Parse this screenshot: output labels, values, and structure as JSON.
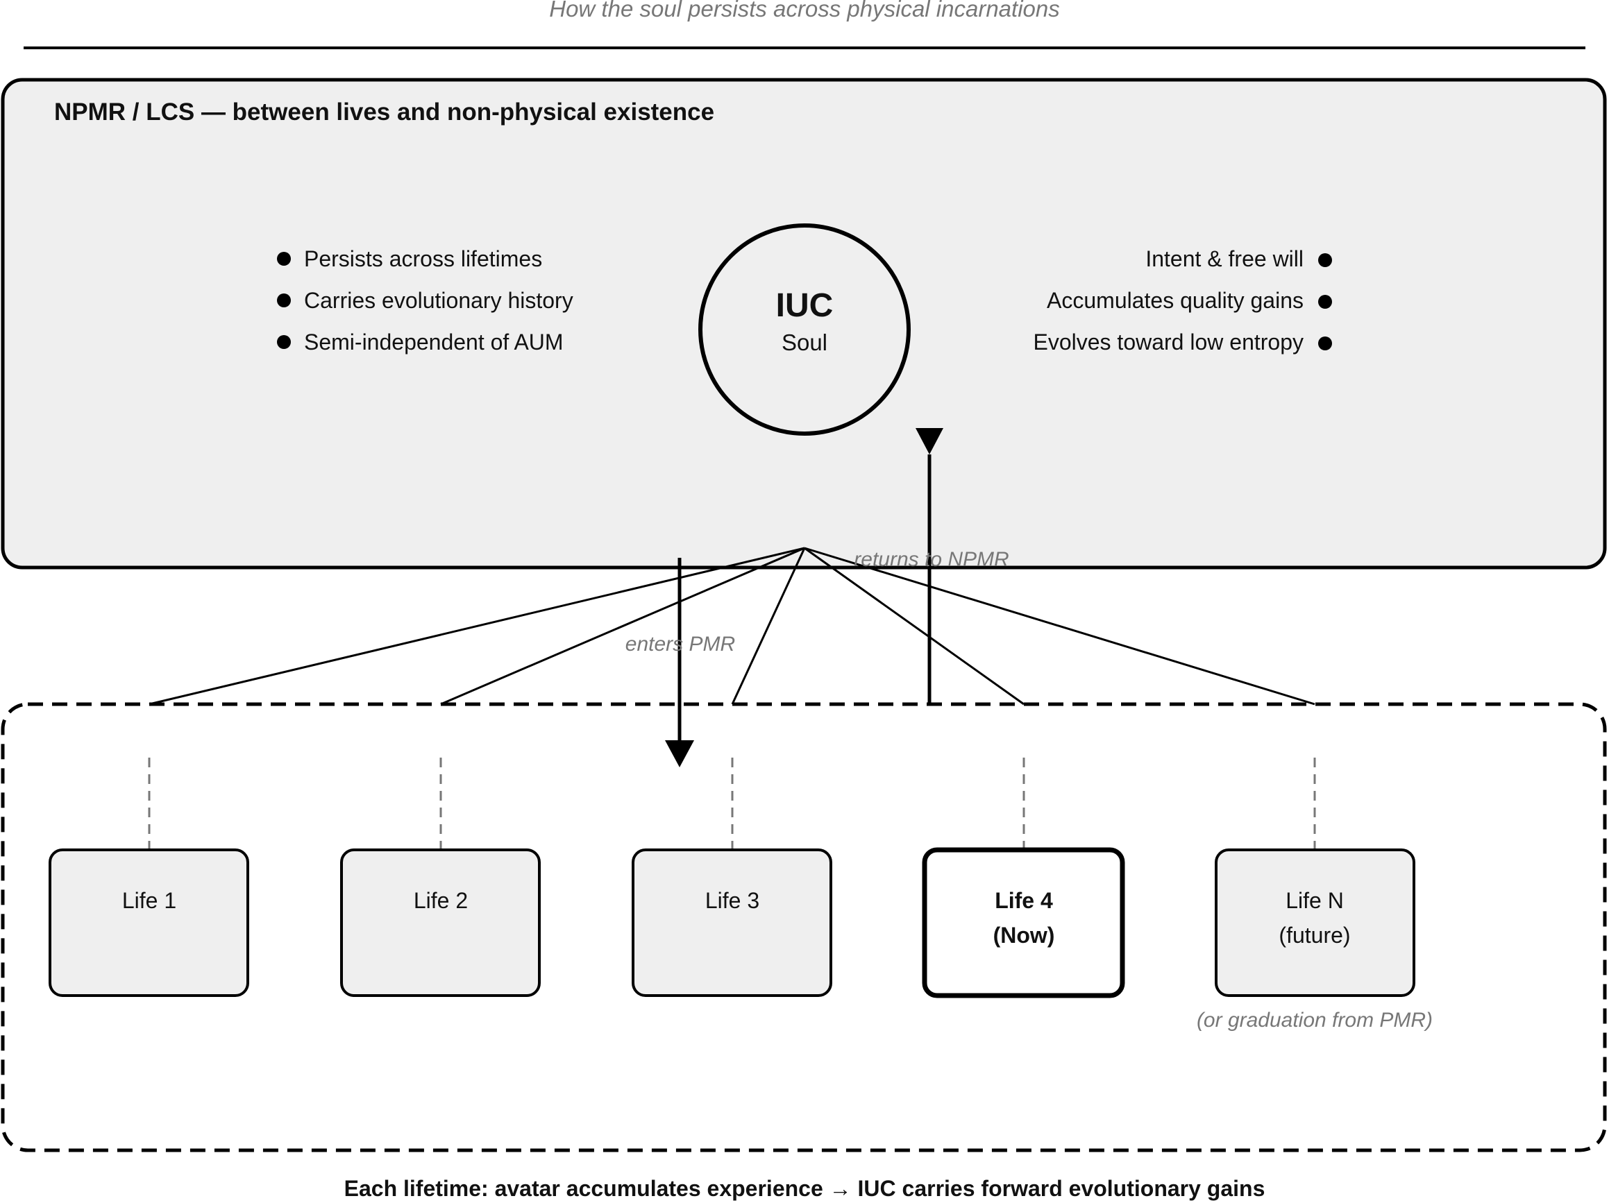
{
  "subtitle": "How the soul persists across physical incarnations",
  "npmr": {
    "title": "NPMR / LCS  —  between lives and non-physical existence",
    "left_points": [
      "Persists across lifetimes",
      "Carries evolutionary history",
      "Semi-independent of AUM"
    ],
    "right_points": [
      "Intent & free will",
      "Accumulates quality gains",
      "Evolves toward low entropy"
    ]
  },
  "iuc": {
    "title": "IUC",
    "subtitle": "Soul"
  },
  "arrows": {
    "enters": "enters PMR",
    "returns": "returns to NPMR"
  },
  "lives": [
    {
      "line1": "Life 1",
      "line2": "",
      "emphasis": false
    },
    {
      "line1": "Life 2",
      "line2": "",
      "emphasis": false
    },
    {
      "line1": "Life 3",
      "line2": "",
      "emphasis": false
    },
    {
      "line1": "Life 4",
      "line2": "(Now)",
      "emphasis": true
    },
    {
      "line1": "Life N",
      "line2": "(future)",
      "emphasis": false
    }
  ],
  "future_note": "(or graduation from PMR)",
  "footer": "Each lifetime: avatar accumulates experience  →  IUC carries forward evolutionary gains",
  "colors": {
    "box_fill": "#efefef",
    "stroke": "#000000",
    "muted_text": "#777777",
    "dashed_connector": "#777777"
  }
}
